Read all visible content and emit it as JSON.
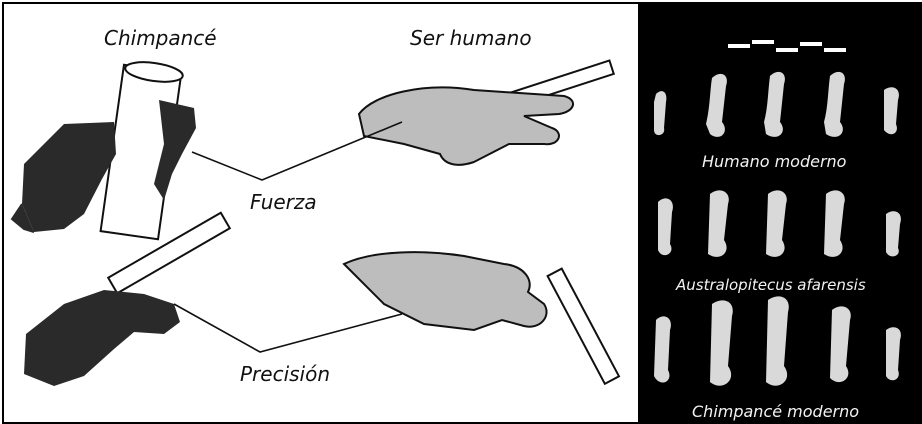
{
  "figure": {
    "left": {
      "header_chimp": "Chimpancé",
      "header_human": "Ser humano",
      "grip_power": "Fuerza",
      "grip_precision": "Precisión"
    },
    "right": {
      "row1_label": "Humano moderno",
      "row2_label": "Australopitecus afarensis",
      "row3_label": "Chimpancé moderno"
    },
    "colors": {
      "ink": "#111111",
      "hand_dark": "#2a2a2a",
      "hand_light": "#bdbdbd",
      "bone": "#d9d9d9",
      "background_right": "#000000"
    }
  }
}
